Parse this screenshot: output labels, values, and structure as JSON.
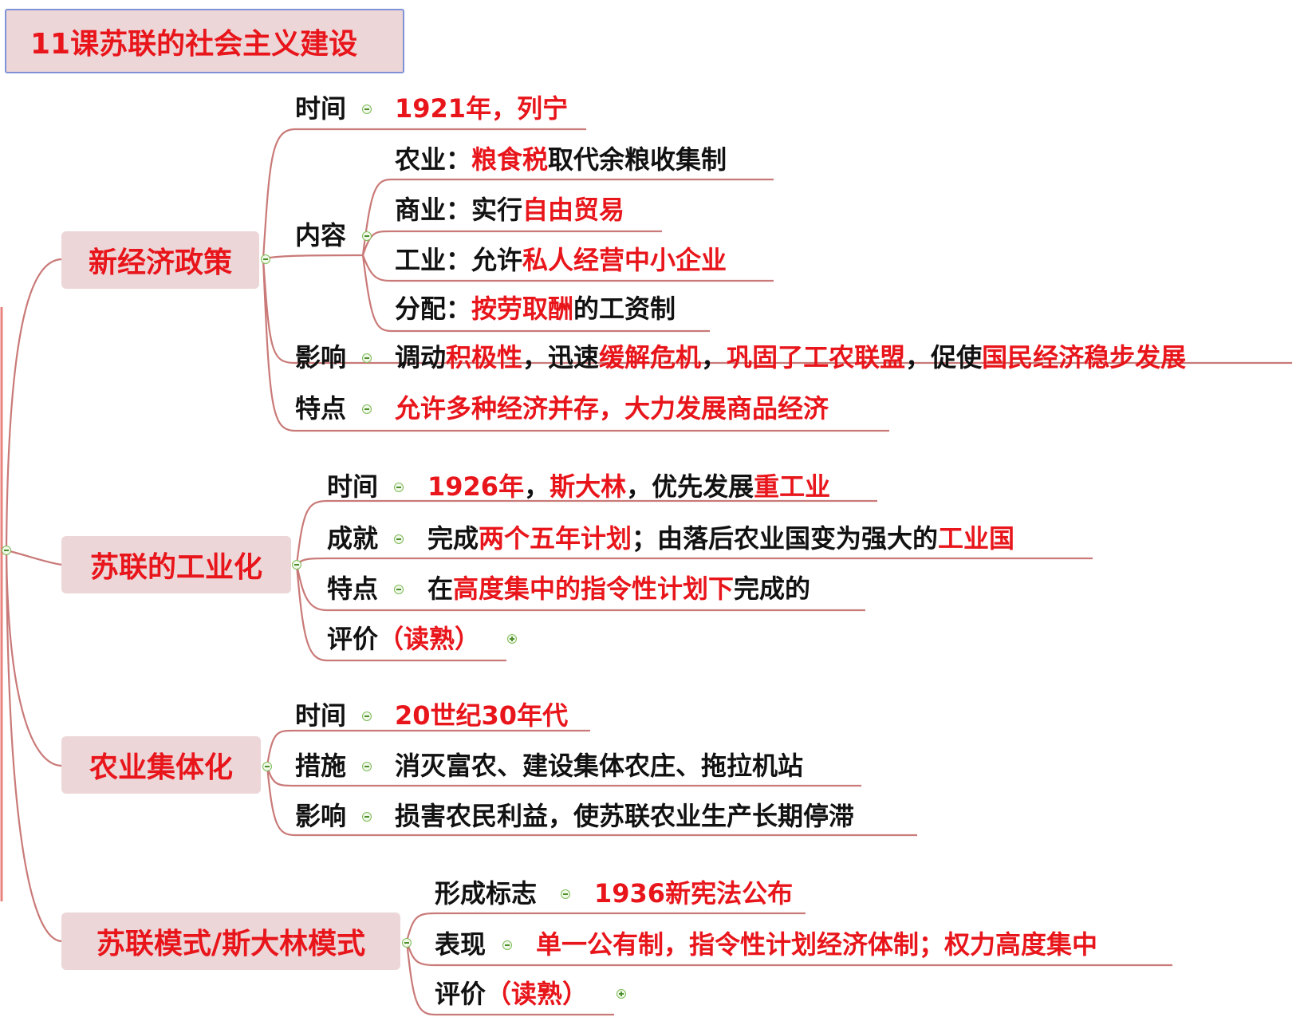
{
  "title": "11课苏联的社会主义建设",
  "colors": {
    "accent_red": "#e8151b",
    "text_black": "#111111",
    "node_bg": "#ecd6d8",
    "line": "#c97a78",
    "title_border": "#7f93d6",
    "toggle_green": "#7dbb57"
  },
  "icons": {
    "collapse": "minus-circle-icon",
    "expand": "plus-circle-icon"
  },
  "topics": [
    {
      "label": "新经济政策",
      "branches": [
        {
          "label": "时间",
          "content": [
            {
              "t": "1921年，列宁",
              "hl": true
            }
          ]
        },
        {
          "label": "内容",
          "children": [
            {
              "content": [
                {
                  "t": "农业：",
                  "hl": false
                },
                {
                  "t": "粮食税",
                  "hl": true
                },
                {
                  "t": "取代余粮收集制",
                  "hl": false
                }
              ]
            },
            {
              "content": [
                {
                  "t": "商业：实行",
                  "hl": false
                },
                {
                  "t": "自由贸易",
                  "hl": true
                }
              ]
            },
            {
              "content": [
                {
                  "t": "工业：允许",
                  "hl": false
                },
                {
                  "t": "私人经营中小企业",
                  "hl": true
                }
              ]
            },
            {
              "content": [
                {
                  "t": "分配：",
                  "hl": false
                },
                {
                  "t": "按劳取酬",
                  "hl": true
                },
                {
                  "t": "的工资制",
                  "hl": false
                }
              ]
            }
          ]
        },
        {
          "label": "影响",
          "content": [
            {
              "t": "调动",
              "hl": false
            },
            {
              "t": "积极性",
              "hl": true
            },
            {
              "t": "，迅速",
              "hl": false
            },
            {
              "t": "缓解危机",
              "hl": true
            },
            {
              "t": "，",
              "hl": false
            },
            {
              "t": "巩固了工农联盟",
              "hl": true
            },
            {
              "t": "，促使",
              "hl": false
            },
            {
              "t": "国民经济稳步发展",
              "hl": true
            }
          ]
        },
        {
          "label": "特点",
          "content": [
            {
              "t": "允许多种经济并存，大力发展商品经济",
              "hl": true
            }
          ]
        }
      ]
    },
    {
      "label": "苏联的工业化",
      "branches": [
        {
          "label": "时间",
          "content": [
            {
              "t": "1926年",
              "hl": true
            },
            {
              "t": "，",
              "hl": false
            },
            {
              "t": "斯大林",
              "hl": true
            },
            {
              "t": "，优先发展",
              "hl": false
            },
            {
              "t": "重工业",
              "hl": true
            }
          ]
        },
        {
          "label": "成就",
          "content": [
            {
              "t": "完成",
              "hl": false
            },
            {
              "t": "两个五年计划",
              "hl": true
            },
            {
              "t": "；由落后农业国变为强大的",
              "hl": false
            },
            {
              "t": "工业国",
              "hl": true
            }
          ]
        },
        {
          "label": "特点",
          "content": [
            {
              "t": "在",
              "hl": false
            },
            {
              "t": "高度集中的指令性计划下",
              "hl": true
            },
            {
              "t": "完成的",
              "hl": false
            }
          ]
        },
        {
          "label": "评价",
          "suffix": "（读熟）",
          "collapsed": true
        }
      ]
    },
    {
      "label": "农业集体化",
      "branches": [
        {
          "label": "时间",
          "content": [
            {
              "t": "20世纪30年代",
              "hl": true
            }
          ]
        },
        {
          "label": "措施",
          "content": [
            {
              "t": "消灭富农、建设集体农庄、拖拉机站",
              "hl": false
            }
          ]
        },
        {
          "label": "影响",
          "content": [
            {
              "t": "损害农民利益，使苏联农业生产长期停滞",
              "hl": false
            }
          ]
        }
      ]
    },
    {
      "label": "苏联模式/斯大林模式",
      "branches": [
        {
          "label": "形成标志",
          "content": [
            {
              "t": "1936新宪法公布",
              "hl": true
            }
          ]
        },
        {
          "label": "表现",
          "content": [
            {
              "t": "单一公有制，指令性计划经济体制；权力高度集中",
              "hl": true
            }
          ]
        },
        {
          "label": "评价",
          "suffix": "（读熟）",
          "collapsed": true
        }
      ]
    }
  ]
}
